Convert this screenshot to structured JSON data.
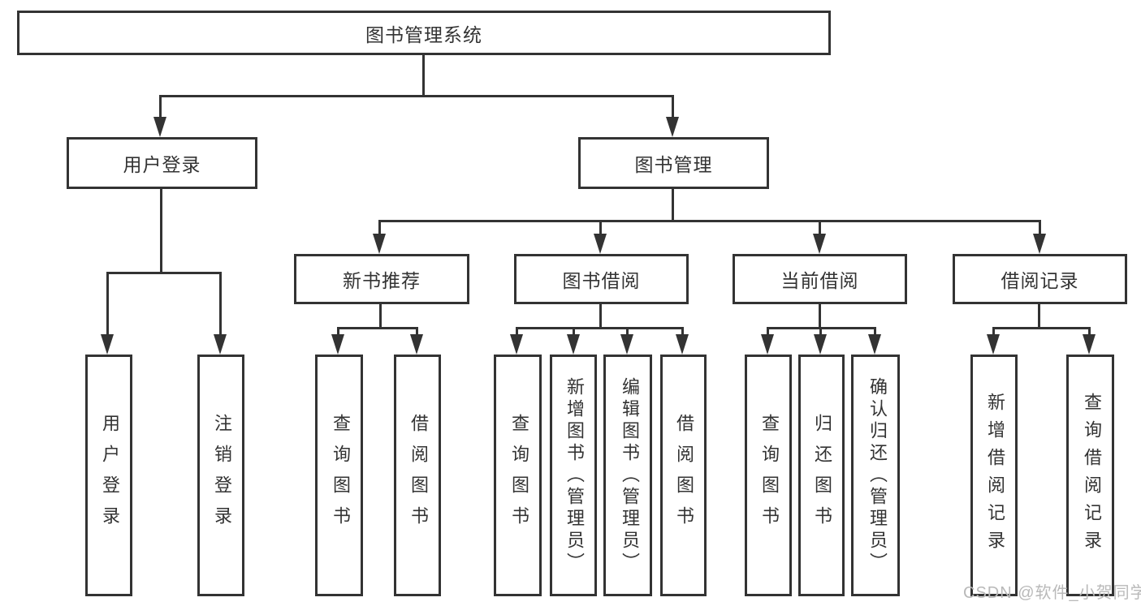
{
  "tree": {
    "root": {
      "label": "图书管理系统"
    },
    "branches": [
      {
        "label": "用户登录",
        "children": [
          {
            "label": "用户登录"
          },
          {
            "label": "注销登录"
          }
        ]
      },
      {
        "label": "图书管理",
        "children": [
          {
            "label": "新书推荐",
            "children": [
              {
                "label": "查询图书"
              },
              {
                "label": "借阅图书"
              }
            ]
          },
          {
            "label": "图书借阅",
            "children": [
              {
                "label": "查询图书"
              },
              {
                "label": "新增图书（管理员）"
              },
              {
                "label": "编辑图书（管理员）"
              },
              {
                "label": "借阅图书"
              }
            ]
          },
          {
            "label": "当前借阅",
            "children": [
              {
                "label": "查询图书"
              },
              {
                "label": "归还图书"
              },
              {
                "label": "确认归还（管理员）"
              }
            ]
          },
          {
            "label": "借阅记录",
            "children": [
              {
                "label": "新增借阅记录"
              },
              {
                "label": "查询借阅记录"
              }
            ]
          }
        ]
      }
    ]
  },
  "watermark": {
    "text": "CSDN @软件_小贺同学"
  },
  "colors": {
    "line": "#333333",
    "text": "#333333",
    "watermark": "#b9b9b9",
    "background": "#ffffff"
  }
}
